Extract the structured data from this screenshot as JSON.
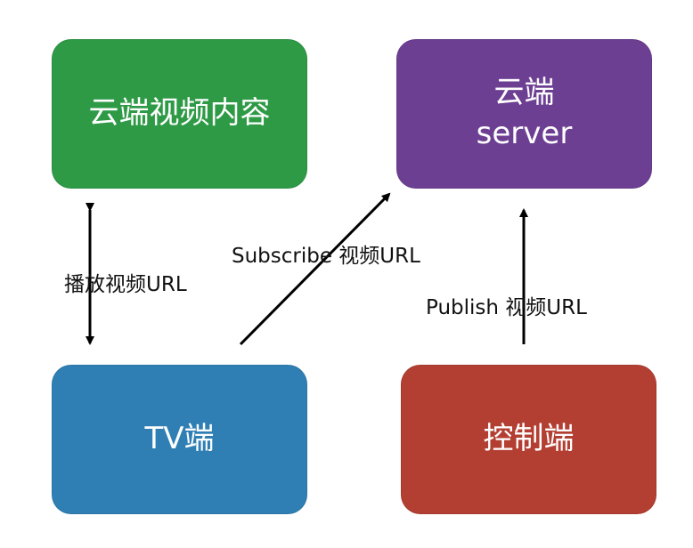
{
  "boxes": {
    "cloud_content": {
      "label": "云端视频内容",
      "color": "#2e9a46"
    },
    "cloud_server": {
      "line1": "云端",
      "line2": "server",
      "color": "#6d3f93"
    },
    "tv": {
      "label": "TV端",
      "color": "#2f7fb4"
    },
    "control": {
      "label": "控制端",
      "color": "#b33e32"
    }
  },
  "edges": {
    "play": "播放视频URL",
    "subscribe": "Subscribe 视频URL",
    "publish": "Publish 视频URL"
  },
  "colors": {
    "arrow": "#000000"
  }
}
